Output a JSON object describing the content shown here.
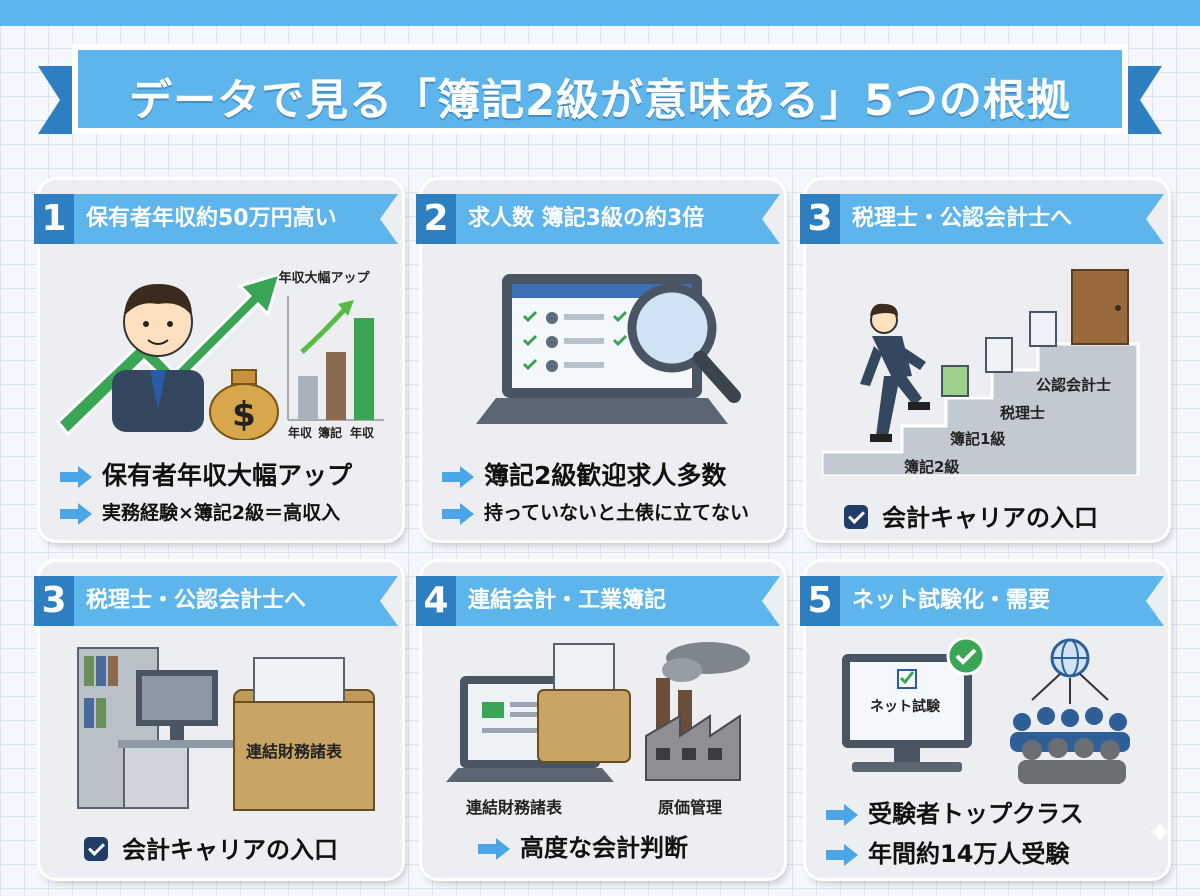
{
  "title": "データで見る「簿記2級が意味ある」5つの根拠",
  "colors": {
    "accent": "#5eb5ec",
    "number_bg": "#2e7fc1",
    "arrow": "#4aa6e6",
    "check": "#1f3d66"
  },
  "cards": [
    {
      "number": "1",
      "heading": "保有者年収約50万円高い",
      "chart_title": "年収大幅アップ",
      "chart_labels": [
        "年収",
        "簿記",
        "年収"
      ],
      "bullets": [
        "保有者年収大幅アップ",
        "実務経験×簿記2級＝高収入"
      ]
    },
    {
      "number": "2",
      "heading": "求人数 簿記3級の約3倍",
      "bullets": [
        "簿記2級歓迎求人多数",
        "持っていないと土俵に立てない"
      ]
    },
    {
      "number": "3",
      "heading": "税理士・公認会計士へ",
      "steps": [
        "簿記2級",
        "簿記1級",
        "税理士",
        "公認会計士"
      ],
      "check": "会計キャリアの入口"
    },
    {
      "number": "3",
      "heading": "税理士・公認会計士へ",
      "folder_label": "連結財務諸表",
      "check": "会計キャリアの入口"
    },
    {
      "number": "4",
      "heading": "連結会計・工業簿記",
      "captions": [
        "連結財務諸表",
        "原価管理"
      ],
      "bullets": [
        "高度な会計判断"
      ]
    },
    {
      "number": "5",
      "heading": "ネット試験化・需要",
      "screen_label": "ネット試験",
      "bullets": [
        "受験者トップクラス",
        "年間約14万人受験"
      ]
    }
  ]
}
